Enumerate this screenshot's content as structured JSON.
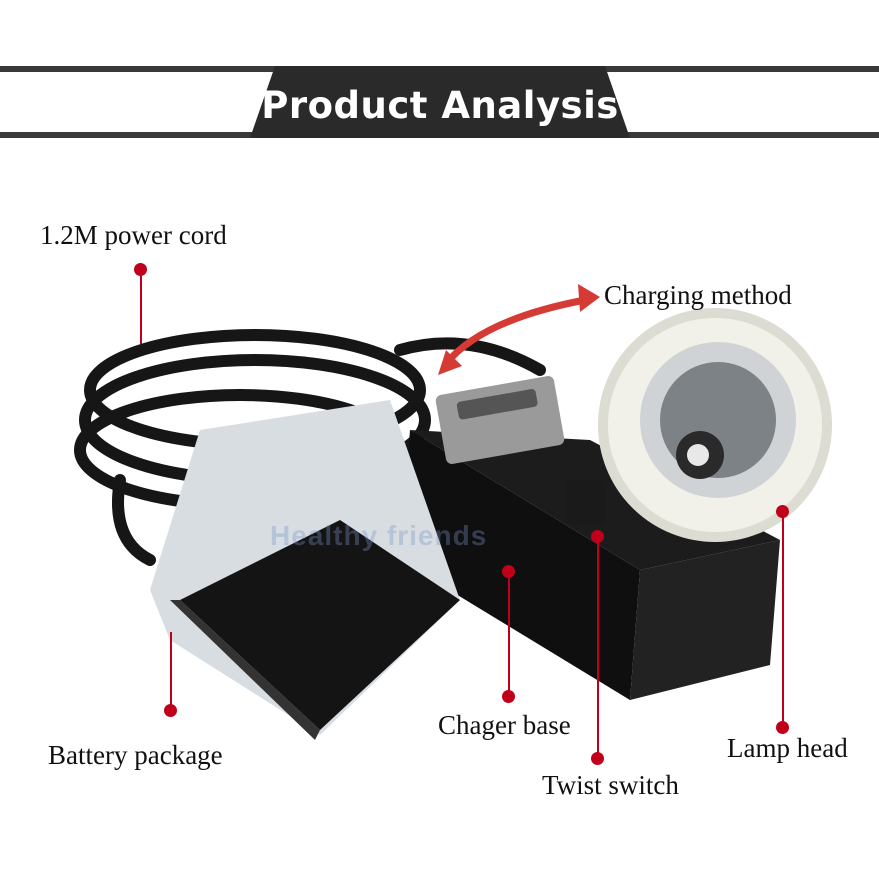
{
  "banner": {
    "title": "Product Analysis"
  },
  "watermark": "Healthy friends",
  "labels": {
    "power_cord": "1.2M power cord",
    "charging_method": "Charging method",
    "battery_package": "Battery package",
    "charger_base": "Chager base",
    "twist_switch": "Twist switch",
    "lamp_head": "Lamp head"
  },
  "colors": {
    "accent": "#c0001a",
    "arrow": "#d63a35",
    "banner": "#2a2a2a"
  }
}
